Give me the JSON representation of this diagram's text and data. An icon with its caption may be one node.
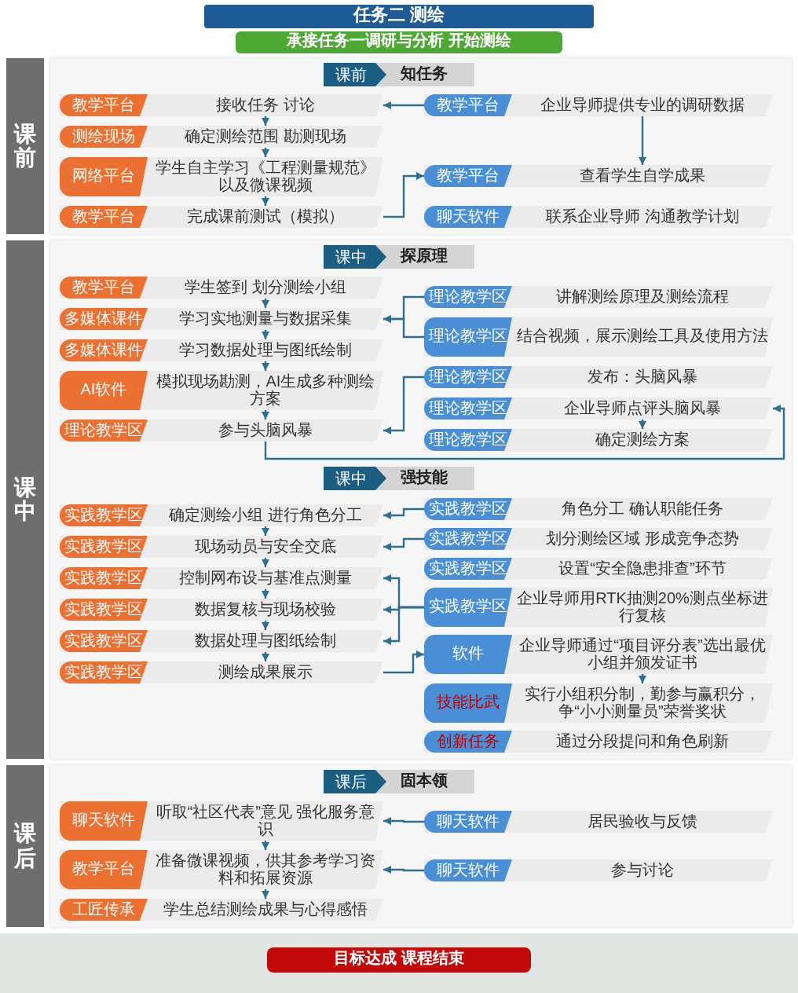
{
  "diagram": {
    "title": "任务二 测绘",
    "nodes": [
      {
        "text": [
          "承接任务一调研与分析 开始测绘"
        ]
      },
      {
        "text": [
          "课前"
        ]
      },
      {
        "text": [],
        "shape": "box"
      },
      {
        "text": [
          "课前",
          "知任务"
        ],
        "in": 2
      },
      {
        "text": [
          "教学平台",
          "接收任务 讨论"
        ],
        "in": 2
      },
      {
        "text": [
          "测绘现场",
          "确定测绘范围 勘测现场"
        ],
        "in": 2
      },
      {
        "text": [
          "网络平台",
          "学生自主学习《工程测量规范》以及微课视频"
        ],
        "in": 2
      },
      {
        "text": [
          "教学平台",
          "完成课前测试（模拟）"
        ],
        "in": 2
      },
      {
        "text": [
          "教学平台",
          "企业导师提供专业的调研数据"
        ],
        "in": 2
      },
      {
        "text": [
          "教学平台",
          "查看学生自学成果"
        ],
        "in": 2
      },
      {
        "text": [
          "聊天软件",
          "联系企业导师 沟通教学计划"
        ],
        "in": 2
      },
      {
        "text": [
          "课中"
        ]
      },
      {
        "text": [],
        "shape": "box"
      },
      {
        "text": [
          "课中",
          "探原理"
        ],
        "in": 12
      },
      {
        "text": [
          "教学平台",
          "学生签到 划分测绘小组"
        ],
        "in": 12
      },
      {
        "text": [
          "多媒体课件",
          "学习实地测量与数据采集"
        ],
        "in": 12
      },
      {
        "text": [
          "多媒体课件",
          "学习数据处理与图纸绘制"
        ],
        "in": 12
      },
      {
        "text": [
          "AI软件",
          "模拟现场勘测，AI生成多种测绘方案"
        ],
        "in": 12
      },
      {
        "text": [
          "理论教学区",
          "参与头脑风暴"
        ],
        "in": 12
      },
      {
        "text": [
          "理论教学区",
          "讲解测绘原理及测绘流程"
        ],
        "in": 12
      },
      {
        "text": [
          "理论教学区",
          "结合视频，展示测绘工具及使用方法"
        ],
        "in": 12
      },
      {
        "text": [
          "理论教学区",
          "发布：头脑风暴"
        ],
        "in": 12
      },
      {
        "text": [
          "理论教学区",
          "企业导师点评头脑风暴"
        ],
        "in": 12
      },
      {
        "text": [
          "理论教学区",
          "确定测绘方案"
        ],
        "in": 12
      },
      {
        "text": [
          "课中",
          "强技能"
        ],
        "in": 12
      },
      {
        "text": [
          "实践教学区",
          "确定测绘小组 进行角色分工"
        ],
        "in": 12
      },
      {
        "text": [
          "实践教学区",
          "现场动员与安全交底"
        ],
        "in": 12
      },
      {
        "text": [
          "实践教学区",
          "控制网布设与基准点测量"
        ],
        "in": 12
      },
      {
        "text": [
          "实践教学区",
          "数据复核与现场校验"
        ],
        "in": 12
      },
      {
        "text": [
          "实践教学区",
          "数据处理与图纸绘制"
        ],
        "in": 12
      },
      {
        "text": [
          "实践教学区",
          "测绘成果展示"
        ],
        "in": 12
      },
      {
        "text": [
          "实践教学区",
          "角色分工 确认职能任务"
        ],
        "in": 12
      },
      {
        "text": [
          "实践教学区",
          "划分测绘区域 形成竞争态势"
        ],
        "in": 12
      },
      {
        "text": [
          "实践教学区",
          "设置“安全隐患排查”环节"
        ],
        "in": 12
      },
      {
        "text": [
          "实践教学区",
          "企业导师用RTK抽测20%测点坐标进行复核"
        ],
        "in": 12
      },
      {
        "text": [
          "软件",
          "企业导师通过“项目评分表”选出最优小组并颁发证书"
        ],
        "in": 12
      },
      {
        "text": [
          "技能比武",
          "实行小组积分制，勤参与赢积分，争“小小测量员”荣誉奖状"
        ],
        "in": 12
      },
      {
        "text": [
          "创新任务",
          "通过分段提问和角色刷新"
        ],
        "in": 12
      },
      {
        "text": [
          "课后"
        ]
      },
      {
        "text": [],
        "shape": "box"
      },
      {
        "text": [
          "课后",
          "固本领"
        ],
        "in": 39
      },
      {
        "text": [
          "聊天软件",
          "听取“社区代表”意见 强化服务意识"
        ],
        "in": 39
      },
      {
        "text": [
          "教学平台",
          "准备微课视频，供其参考学习资料和拓展资源"
        ],
        "in": 39
      },
      {
        "text": [
          "工匠传承",
          "学生总结测绘成果与心得感悟"
        ],
        "in": 39
      },
      {
        "text": [
          "聊天软件",
          "居民验收与反馈"
        ],
        "in": 39
      },
      {
        "text": [
          "聊天软件",
          "参与讨论"
        ],
        "in": 39
      },
      {
        "text": [
          "目标达成 课程结束"
        ]
      }
    ],
    "edges": [
      {
        "from": 8,
        "to": 4,
        "arrow": "to"
      },
      {
        "from": 4,
        "to": 5,
        "arrow": "to"
      },
      {
        "from": 5,
        "to": 6,
        "arrow": "to"
      },
      {
        "from": 6,
        "to": 7,
        "arrow": "to"
      },
      {
        "from": 8,
        "to": 9,
        "arrow": "to"
      },
      {
        "from": 7,
        "to": 9,
        "arrow": "to"
      },
      {
        "from": 14,
        "to": 15,
        "arrow": "to"
      },
      {
        "from": 15,
        "to": 16,
        "arrow": "to"
      },
      {
        "from": 16,
        "to": 17,
        "arrow": "to"
      },
      {
        "from": 17,
        "to": 18,
        "arrow": "to"
      },
      {
        "from": 19,
        "to": 15,
        "arrow": "to"
      },
      {
        "from": 20,
        "to": 15,
        "arrow": "to"
      },
      {
        "from": 21,
        "to": 18,
        "arrow": "to"
      },
      {
        "from": 18,
        "to": 22,
        "arrow": "to"
      },
      {
        "from": 22,
        "to": 23,
        "arrow": "to"
      },
      {
        "from": 25,
        "to": 26,
        "arrow": "to"
      },
      {
        "from": 26,
        "to": 27,
        "arrow": "to"
      },
      {
        "from": 27,
        "to": 28,
        "arrow": "to"
      },
      {
        "from": 28,
        "to": 29,
        "arrow": "to"
      },
      {
        "from": 29,
        "to": 30,
        "arrow": "to"
      },
      {
        "from": 31,
        "to": 25,
        "arrow": "to"
      },
      {
        "from": 32,
        "to": 26,
        "arrow": "to"
      },
      {
        "from": 34,
        "to": 27,
        "arrow": "to"
      },
      {
        "from": 34,
        "to": 28,
        "arrow": "to"
      },
      {
        "from": 34,
        "to": 29,
        "arrow": "to"
      },
      {
        "from": 30,
        "to": 35,
        "arrow": "to"
      },
      {
        "from": 35,
        "to": 36,
        "arrow": "to"
      },
      {
        "from": 41,
        "to": 42,
        "arrow": "to"
      },
      {
        "from": 42,
        "to": 43,
        "arrow": "to"
      },
      {
        "from": 44,
        "to": 41,
        "arrow": "to"
      },
      {
        "from": 45,
        "to": 42,
        "arrow": "to"
      }
    ]
  }
}
